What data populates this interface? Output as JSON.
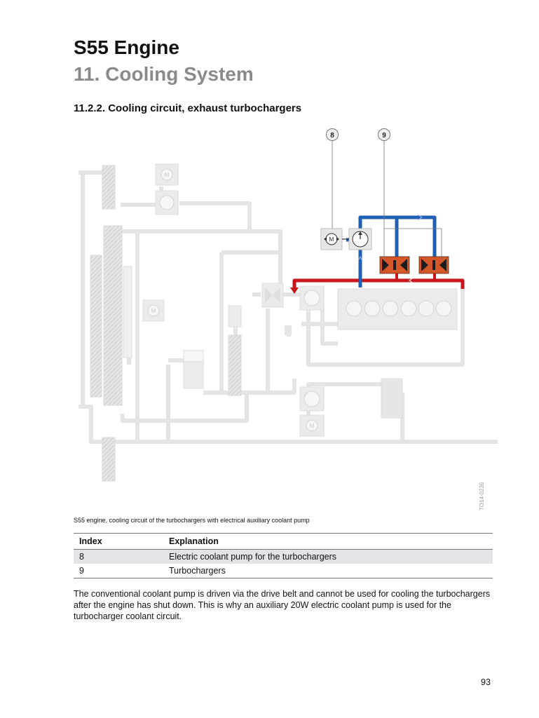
{
  "header": {
    "title": "S55 Engine",
    "chapter": "11. Cooling System"
  },
  "section": {
    "title": "11.2.2. Cooling circuit, exhaust turbochargers"
  },
  "figure": {
    "callouts": [
      "8",
      "9"
    ],
    "figure_code": "TO14-0236",
    "caption": "S55 engine, cooling circuit of the turbochargers with electrical auxiliary coolant pump",
    "colors": {
      "cold_line": "#1f5fb4",
      "hot_line": "#c8161d",
      "inactive": "#e3e3e3",
      "turbo": "#d4582a"
    }
  },
  "table": {
    "headers": [
      "Index",
      "Explanation"
    ],
    "rows": [
      {
        "index": "8",
        "explanation": "Electric coolant pump for the turbochargers"
      },
      {
        "index": "9",
        "explanation": "Turbochargers"
      }
    ]
  },
  "body": {
    "paragraph": "The conventional coolant pump is driven via the drive belt and cannot be used for cooling the turbochargers after the engine has shut down. This is why an auxiliary 20W electric coolant pump is used for the turbocharger coolant circuit."
  },
  "footer": {
    "page_number": "93"
  }
}
